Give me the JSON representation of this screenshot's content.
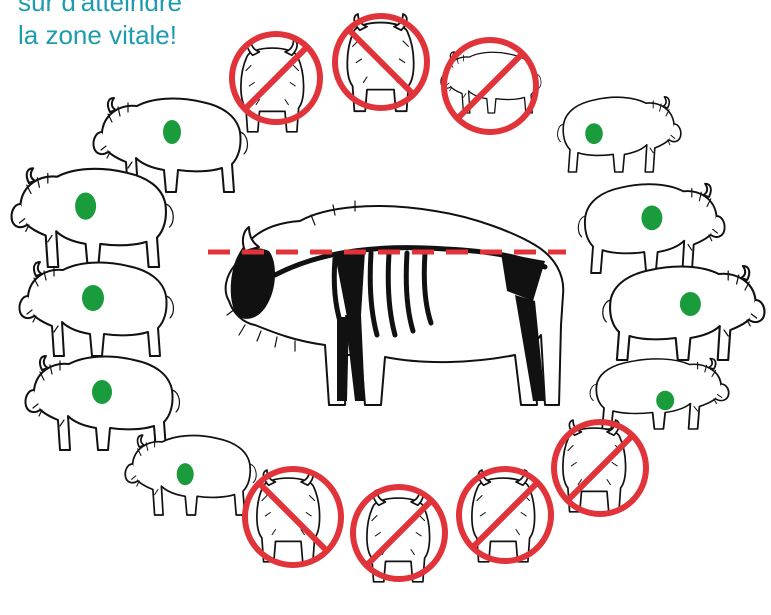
{
  "caption": {
    "line1": "sûr d'atteindre",
    "line2": "la zone vitale!"
  },
  "colors": {
    "caption": "#1f9bb0",
    "vital_zone": "#1a9b3c",
    "prohibited": "#e0343a",
    "vital_line": "#e0343a",
    "ink": "#111111"
  },
  "icons": {
    "vital_zone": "green-oval-marker",
    "prohibited": "red-prohibition-sign"
  }
}
